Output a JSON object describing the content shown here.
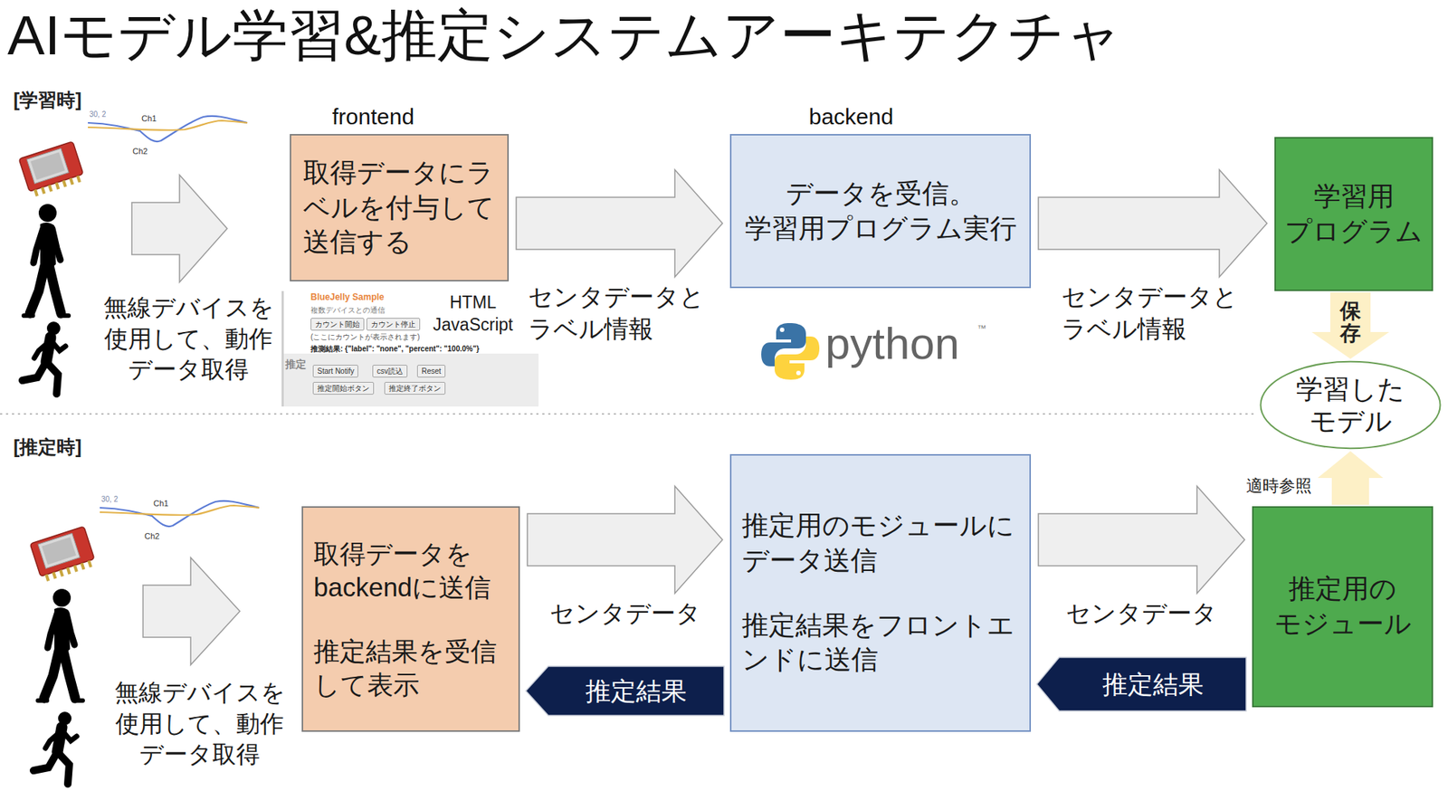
{
  "diagram": {
    "title": "AIモデル学習&推定システムアーキテクチャ",
    "nodes": [
      {
        "text": [
          "取得データにラ ベルを付与して 送信する"
        ]
      },
      {
        "text": [
          "データを受信。 学習用プログラム実行"
        ]
      },
      {
        "text": [
          "学習用 プログラム"
        ]
      },
      {
        "text": [
          "学習した モデル"
        ]
      },
      {
        "text": [
          "取得データを backendに送信",
          "推定結果を受信 して表示"
        ]
      },
      {
        "text": [
          "推定用のモジュールに データ送信",
          "推定結果をフロントエ ンドに送信"
        ]
      },
      {
        "text": [
          "推定用の モジュール"
        ]
      }
    ],
    "edges": [
      {
        "from": 0,
        "to": 1,
        "arrow": "to",
        "label": "センタデータと ラベル情報"
      },
      {
        "from": 1,
        "to": 2,
        "arrow": "to",
        "label": "センタデータと ラベル情報"
      },
      {
        "from": 2,
        "to": 3,
        "arrow": "to",
        "label": "保存"
      },
      {
        "from": 6,
        "to": 3,
        "arrow": "to",
        "label": "適時参照"
      },
      {
        "from": 4,
        "to": 5,
        "arrow": "to",
        "label": "センタデータ"
      },
      {
        "from": 5,
        "to": 6,
        "arrow": "to",
        "label": "センタデータ"
      },
      {
        "from": 6,
        "to": 5,
        "arrow": "to",
        "label": "推定結果"
      },
      {
        "from": 5,
        "to": 4,
        "arrow": "to",
        "label": "推定結果"
      }
    ],
    "labels": [
      "[学習時]",
      "frontend",
      "backend",
      "30, 2",
      "Ch1",
      "Ch2",
      "無線デバイスを 使用して、動作 データ取得",
      "HTML JavaScript",
      "BlueJelly Sample",
      "複数デバイスとの通信",
      "カウント開始",
      "カウント停止",
      "(ここにカウントが表示されます)",
      "推測結果: {\"label\": \"none\", \"percent\": \"100.0%\"}",
      "推定",
      "Start Notify",
      "csv読込",
      "Reset",
      "推定開始ボタン",
      "推定終了ボタン",
      "python",
      "™",
      "[推定時]",
      "30, 2",
      "Ch1",
      "Ch2",
      "無線デバイスを 使用して、動作 データ取得"
    ]
  }
}
